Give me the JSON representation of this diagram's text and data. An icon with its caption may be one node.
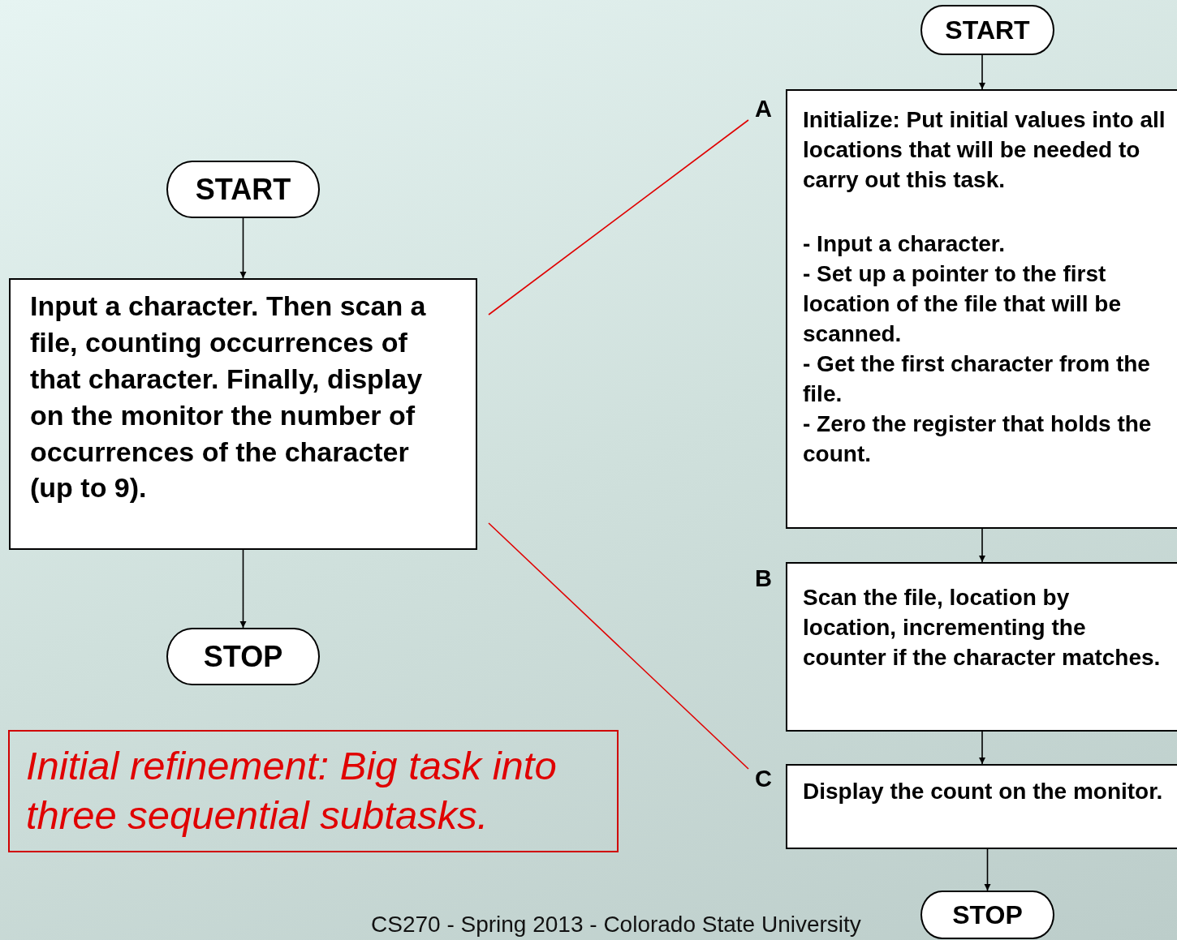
{
  "diagram": {
    "nodes": [
      {
        "text": [
          "START"
        ]
      },
      {
        "text": [
          "Input a character.  Then scan a file, counting occurrences of that character.  Finally, display on the monitor the number of occurrences of the character (up to 9)."
        ]
      },
      {
        "text": [
          "STOP"
        ]
      },
      {
        "text": [
          "START"
        ]
      },
      {
        "text": [
          "Initialize: Put initial values into all locations that will be needed to carry out this task.",
          "- Input a character.",
          "- Set up a pointer to the first location of the file that will be scanned.",
          "- Get the first character from the file.",
          "- Zero the register that holds the count."
        ],
        "beside": [
          "A"
        ]
      },
      {
        "text": [
          "Scan the file, location by location, incrementing the counter if the character matches."
        ],
        "beside": [
          "B"
        ]
      },
      {
        "text": [
          "Display the count on the monitor."
        ],
        "beside": [
          "C"
        ]
      },
      {
        "text": [
          "STOP"
        ]
      },
      {
        "text": [
          "Initial refinement: Big task into three sequential subtasks."
        ]
      }
    ],
    "edges": [
      {
        "from": 0,
        "to": 1,
        "arrow": "to"
      },
      {
        "from": 1,
        "to": 2,
        "arrow": "to"
      },
      {
        "from": 3,
        "to": 4,
        "arrow": "to"
      },
      {
        "from": 4,
        "to": 5,
        "arrow": "to"
      },
      {
        "from": 5,
        "to": 6,
        "arrow": "to"
      },
      {
        "from": 6,
        "to": 7,
        "arrow": "to"
      },
      {
        "from": 1,
        "to": 4,
        "arrow": "none",
        "color": "#e00000"
      },
      {
        "from": 1,
        "to": 6,
        "arrow": "none",
        "color": "#e00000"
      }
    ],
    "labels": [
      "CS270 - Spring 2013 - Colorado State University"
    ]
  }
}
